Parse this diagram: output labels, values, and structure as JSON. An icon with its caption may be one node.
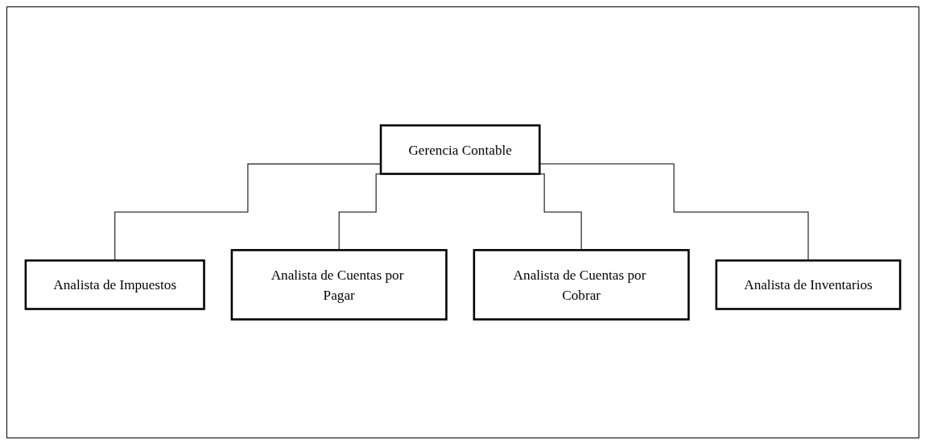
{
  "diagram": {
    "nodes": [
      {
        "text": [
          "Gerencia Contable"
        ]
      },
      {
        "text": [
          "Analista de Impuestos"
        ]
      },
      {
        "text": [
          "Analista de Cuentas por Pagar"
        ]
      },
      {
        "text": [
          "Analista de Cuentas por Cobrar"
        ]
      },
      {
        "text": [
          "Analista de Inventarios"
        ]
      }
    ],
    "edges": [
      {
        "from": 0,
        "to": 1,
        "arrow": "none"
      },
      {
        "from": 0,
        "to": 2,
        "arrow": "none"
      },
      {
        "from": 0,
        "to": 3,
        "arrow": "none"
      },
      {
        "from": 0,
        "to": 4,
        "arrow": "none"
      }
    ]
  }
}
